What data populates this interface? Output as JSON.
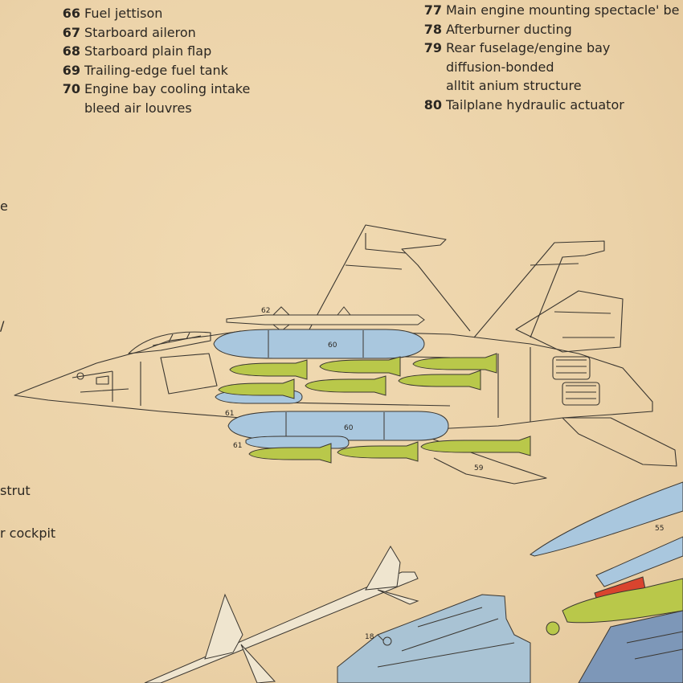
{
  "legend_left": [
    {
      "num": "66",
      "text": "Fuel jettison"
    },
    {
      "num": "67",
      "text": "Starboard aileron"
    },
    {
      "num": "68",
      "text": "Starboard plain flap"
    },
    {
      "num": "69",
      "text": "Trailing-edge fuel tank"
    },
    {
      "num": "70",
      "text": "Engine bay cooling intake",
      "cont": "bleed air louvres"
    }
  ],
  "legend_right": [
    {
      "num": "77",
      "text": "Main engine mounting spectacle' be"
    },
    {
      "num": "78",
      "text": "Afterburner ducting"
    },
    {
      "num": "79",
      "text": "Rear fuselage/engine bay",
      "cont": [
        "diffusion-bonded",
        "alltit anium structure"
      ]
    },
    {
      "num": "80",
      "text": "Tailplane hydraulic actuator"
    }
  ],
  "left_fragments": {
    "frag1": "e",
    "frag2": "/",
    "frag3": "strut",
    "frag4": "r cockpit"
  },
  "callouts": {
    "c62": "62",
    "c60a": "60",
    "c60b": "60",
    "c61a": "61",
    "c61b": "61",
    "c59": "59",
    "c55": "55",
    "c18": "18"
  },
  "colors": {
    "paper": "#ecd4ab",
    "ink": "#2b2722",
    "tank_blue": "#a9c7de",
    "bomb_green": "#b9c84a",
    "red_band": "#d9442e"
  }
}
